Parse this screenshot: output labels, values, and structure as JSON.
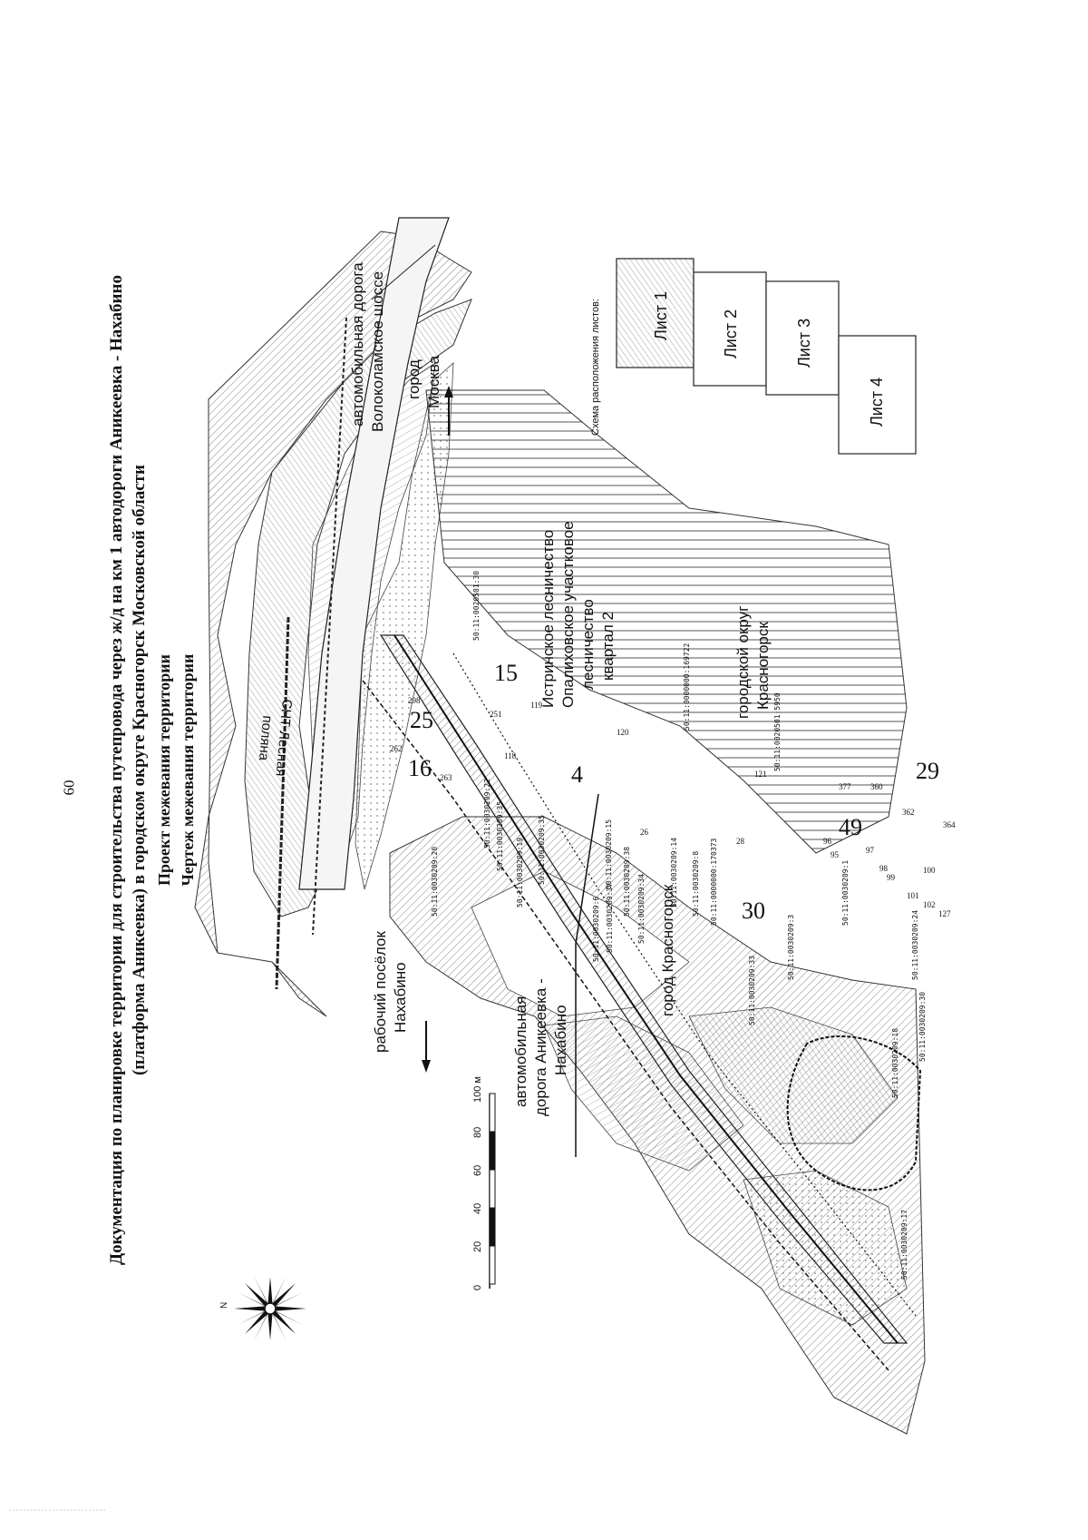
{
  "page_number": "60",
  "titles": {
    "line1": "Документация по планировке территории для строительства путепровода через ж/д на км 1 автодороги Аникеевка - Нахабино",
    "line2": "(платформа Аникеевка) в городском округе Красногорск Московской области",
    "line3": "Проект межевания территории",
    "line4": "Чертеж межевания территории"
  },
  "labels": {
    "volokolamsk_road": "автомобильная дорога",
    "volokolamsk_road2": "Волоколамское шоссе",
    "city_moscow": "город",
    "city_moscow2": "Москва",
    "snt_1": "СНТ Лесная",
    "snt_2": "поляна",
    "forestry_1": "Истринское лесничество",
    "forestry_2": "Опалиховское участковое",
    "forestry_3": "лесничество",
    "forestry_4": "квартал 2",
    "gorokrug_1": "городской округ",
    "gorokrug_2": "Красногорск",
    "city_krasnogorsk": "город Красногорск",
    "nakhabino_1": "рабочий посёлок",
    "nakhabino_2": "Нахабино",
    "road_an_1": "автомобильная",
    "road_an_2": "дорога Аникеевка -",
    "road_an_3": "Нахабино",
    "north": "N"
  },
  "scale": {
    "unit": "м",
    "ticks": [
      "0",
      "20",
      "40",
      "60",
      "80",
      "100 м"
    ]
  },
  "sheet_scheme": {
    "caption": "Схема расположения листов:",
    "sheets": [
      "Лист 1",
      "Лист 2",
      "Лист 3",
      "Лист 4"
    ]
  },
  "zone_numbers": [
    "15",
    "25",
    "16",
    "4",
    "49",
    "29",
    "30"
  ],
  "cadastral": [
    "50:11:0020501:30",
    "50:11:0030209:20",
    "50:11:0030209:22",
    "50:11:0030209:35",
    "50:11:0030209:35",
    "50:11:0030209:15",
    "50:11:0030209:19",
    "50:11:0030209:38",
    "50:11:0030209:6",
    "50:11:0030209:37",
    "50:11:0030209:34",
    "50:11:0030209:14",
    "50:11:0030209:8",
    "50:11:0000000:170373",
    "50:11:0030209:33",
    "50:11:0030209:3",
    "50:11:0030209:1",
    "50:11:0030209:18",
    "50:11:0030209:17",
    "50:11:0030209:24",
    "50:11:0030209:30",
    "50:11:0000000:169722",
    "50:11:0020501:5950"
  ],
  "point_numbers": [
    "298",
    "262",
    "263",
    "251",
    "119",
    "118",
    "120",
    "121",
    "26",
    "28",
    "377",
    "360",
    "362",
    "364",
    "96",
    "95",
    "98",
    "97",
    "99",
    "100",
    "101",
    "102",
    "127"
  ]
}
